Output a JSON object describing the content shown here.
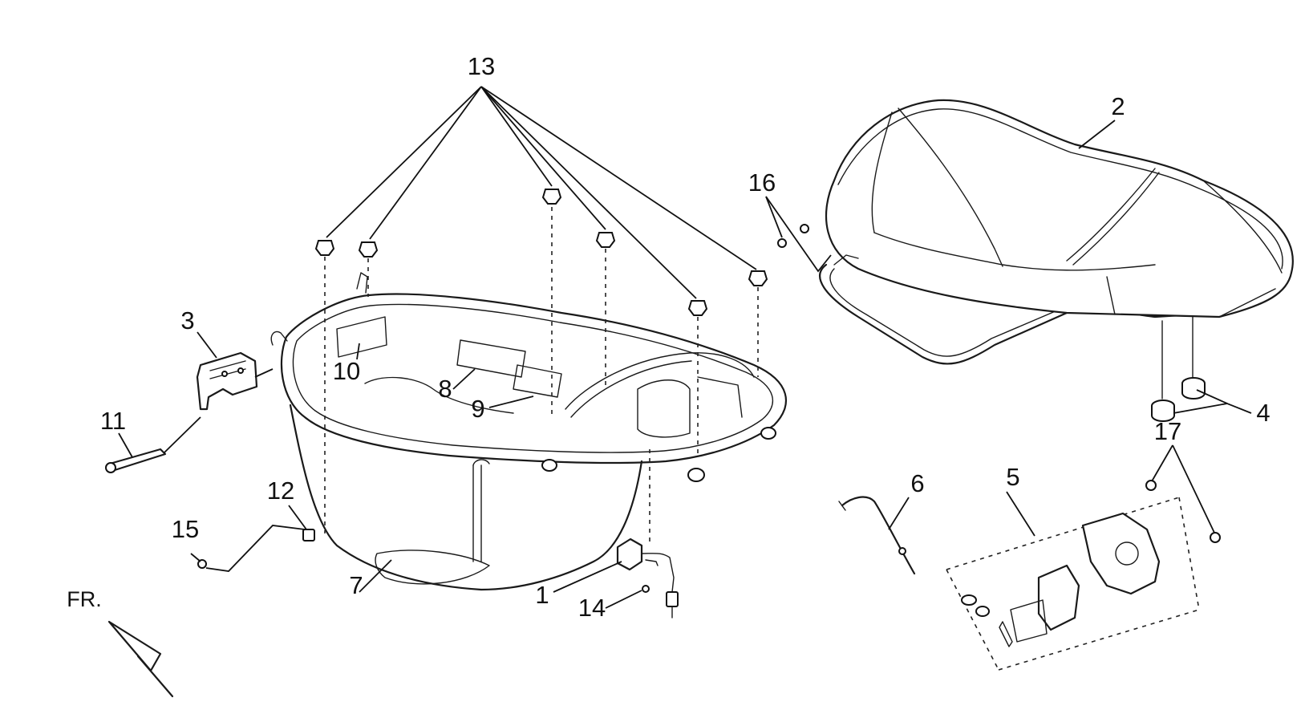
{
  "callouts": {
    "c1": "1",
    "c2": "2",
    "c3": "3",
    "c4": "4",
    "c5": "5",
    "c6": "6",
    "c7": "7",
    "c8": "8",
    "c9": "9",
    "c10": "10",
    "c11": "11",
    "c12": "12",
    "c13": "13",
    "c14": "14",
    "c15": "15",
    "c16": "16",
    "c17": "17"
  },
  "direction": {
    "label": "FR."
  }
}
